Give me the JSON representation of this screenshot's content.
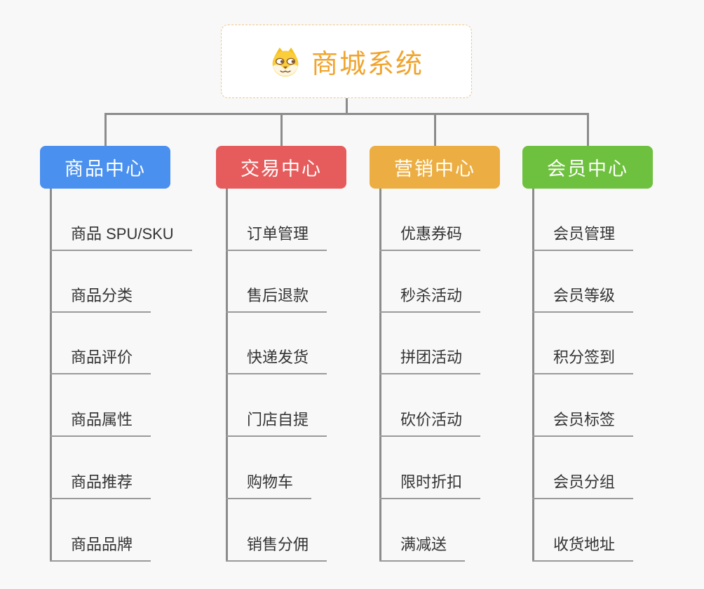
{
  "page": {
    "background_color": "#f8f8f8"
  },
  "root": {
    "title": "商城系统",
    "title_color": "#f0a42e",
    "border_color": "#f2c584",
    "icon": "doge-icon"
  },
  "connector": {
    "color": "#8c8c8c"
  },
  "branches": [
    {
      "label": "商品中心",
      "color": "#4a90ee",
      "children": [
        "商品 SPU/SKU",
        "商品分类",
        "商品评价",
        "商品属性",
        "商品推荐",
        "商品品牌"
      ]
    },
    {
      "label": "交易中心",
      "color": "#e65c5c",
      "children": [
        "订单管理",
        "售后退款",
        "快递发货",
        "门店自提",
        "购物车",
        "销售分佣"
      ]
    },
    {
      "label": "营销中心",
      "color": "#ecae42",
      "children": [
        "优惠券码",
        "秒杀活动",
        "拼团活动",
        "砍价活动",
        "限时折扣",
        "满减送"
      ]
    },
    {
      "label": "会员中心",
      "color": "#6ec13e",
      "children": [
        "会员管理",
        "会员等级",
        "积分签到",
        "会员标签",
        "会员分组",
        "收货地址"
      ]
    }
  ]
}
